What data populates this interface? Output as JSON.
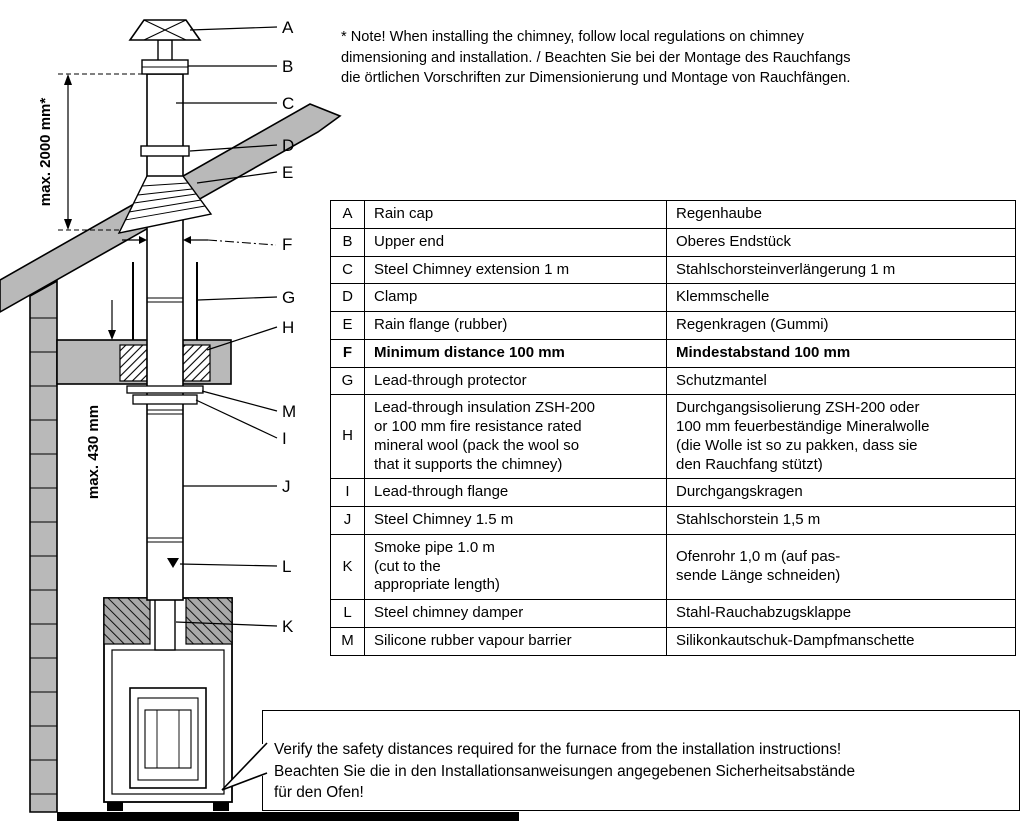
{
  "note": {
    "text": "* Note! When installing the chimney, follow local regulations on chimney\ndimensioning and installation. / Beachten Sie bei der Montage des Rauchfangs\ndie örtlichen Vorschriften zur Dimensionierung und Montage von Rauchfängen."
  },
  "diagram": {
    "part_labels": [
      "A",
      "B",
      "C",
      "D",
      "E",
      "F",
      "G",
      "H",
      "M",
      "I",
      "J",
      "L",
      "K"
    ],
    "dimensions": {
      "top": "max. 2000 mm*",
      "middle": "max. 430 mm"
    }
  },
  "parts_table": {
    "rows": [
      {
        "key": "A",
        "en": "Rain cap",
        "de": "Regenhaube"
      },
      {
        "key": "B",
        "en": "Upper end",
        "de": "Oberes Endstück"
      },
      {
        "key": "C",
        "en": "Steel Chimney extension 1 m",
        "de": "Stahlschorsteinverlängerung 1 m"
      },
      {
        "key": "D",
        "en": "Clamp",
        "de": "Klemmschelle"
      },
      {
        "key": "E",
        "en": "Rain flange (rubber)",
        "de": "Regenkragen (Gummi)"
      },
      {
        "key": "F",
        "en": "Minimum distance 100 mm",
        "de": "Mindestabstand 100 mm"
      },
      {
        "key": "G",
        "en": "Lead-through protector",
        "de": "Schutzmantel"
      },
      {
        "key": "H",
        "en": "Lead-through insulation ZSH-200\nor 100 mm fire resistance rated\nmineral wool (pack the wool so\nthat it supports the chimney)",
        "de": "Durchgangsisolierung ZSH-200 oder\n100 mm feuerbeständige Mineralwolle\n(die Wolle ist so zu pakken, dass sie\nden Rauchfang stützt)"
      },
      {
        "key": "I",
        "en": "Lead-through flange",
        "de": "Durchgangskragen"
      },
      {
        "key": "J",
        "en": "Steel Chimney 1.5 m",
        "de": "Stahlschorstein 1,5 m"
      },
      {
        "key": "K",
        "en": "Smoke pipe 1.0 m\n(cut to the\nappropriate length)",
        "de": "Ofenrohr 1,0 m (auf pas-\nsende Länge schneiden)"
      },
      {
        "key": "L",
        "en": "Steel chimney damper",
        "de": "Stahl-Rauchabzugsklappe"
      },
      {
        "key": "M",
        "en": "Silicone rubber vapour barrier",
        "de": "Silikonkautschuk-Dampfmanschette"
      }
    ]
  },
  "warning": {
    "text": "Verify the safety distances required for the furnace from the installation instructions!\nBeachten Sie die in den Installationsanweisungen angegebenen Sicherheitsabstände\nfür den Ofen!"
  }
}
